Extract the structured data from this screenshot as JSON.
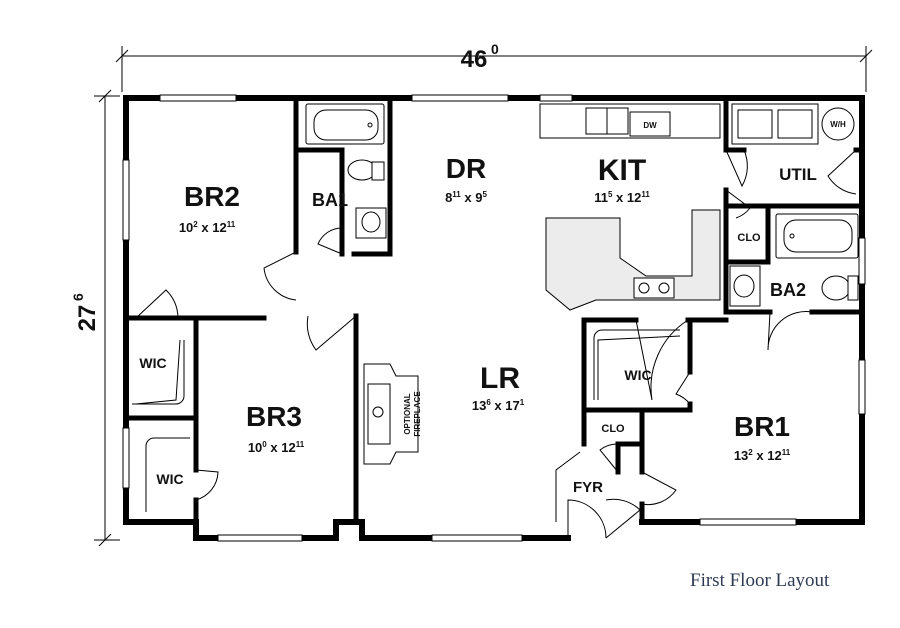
{
  "overall": {
    "width_label": "46",
    "width_sup": "0",
    "depth_label": "27",
    "depth_sup": "6"
  },
  "rooms": {
    "br2": {
      "name": "BR2",
      "d1": "10",
      "s1": "2",
      "d2": "12",
      "s2": "11"
    },
    "ba1": {
      "name": "BA1"
    },
    "dr": {
      "name": "DR",
      "d1": "8",
      "s1": "11",
      "d2": "9",
      "s2": "5"
    },
    "kit": {
      "name": "KIT",
      "d1": "11",
      "s1": "5",
      "d2": "12",
      "s2": "11"
    },
    "util": {
      "name": "UTIL"
    },
    "clo_upper": {
      "name": "CLO"
    },
    "ba2": {
      "name": "BA2"
    },
    "wic_left_upper": {
      "name": "WIC"
    },
    "wic_left_lower": {
      "name": "WIC"
    },
    "br3": {
      "name": "BR3",
      "d1": "10",
      "s1": "0",
      "d2": "12",
      "s2": "11"
    },
    "lr": {
      "name": "LR",
      "d1": "13",
      "s1": "6",
      "d2": "17",
      "s2": "1"
    },
    "wic_right": {
      "name": "WIC"
    },
    "clo_lower": {
      "name": "CLO"
    },
    "fyr": {
      "name": "FYR"
    },
    "br1": {
      "name": "BR1",
      "d1": "13",
      "s1": "2",
      "d2": "12",
      "s2": "11"
    }
  },
  "fixtures": {
    "dishwasher": "DW",
    "water_heater": "W/H",
    "fireplace_line1": "OPTIONAL",
    "fireplace_line2": "FIREPLACE"
  },
  "caption": "First Floor Layout"
}
